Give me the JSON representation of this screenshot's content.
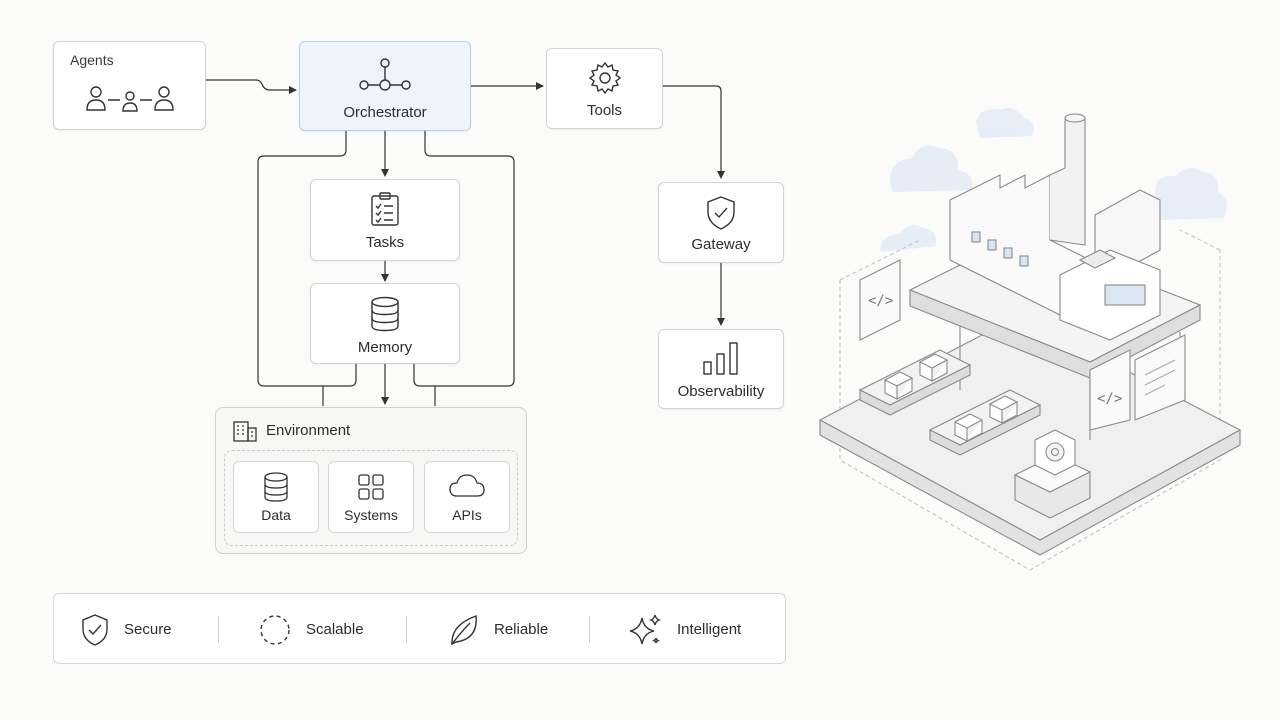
{
  "nodes": {
    "agents": {
      "label": "Agents",
      "icon": "people-icon"
    },
    "orchestrator": {
      "label": "Orchestrator",
      "icon": "network-hub-icon"
    },
    "tools": {
      "label": "Tools",
      "icon": "gear-icon"
    },
    "tasks": {
      "label": "Tasks",
      "icon": "checklist-icon"
    },
    "memory": {
      "label": "Memory",
      "icon": "database-icon"
    },
    "gateway": {
      "label": "Gateway",
      "icon": "shield-check-icon"
    },
    "observability": {
      "label": "Observability",
      "icon": "bar-chart-icon"
    }
  },
  "environment": {
    "title": "Environment",
    "icon": "building-icon",
    "items": [
      {
        "label": "Data",
        "icon": "database-icon"
      },
      {
        "label": "Systems",
        "icon": "grid-icon"
      },
      {
        "label": "APIs",
        "icon": "cloud-icon"
      }
    ]
  },
  "values": [
    {
      "label": "Secure",
      "icon": "shield-check-icon"
    },
    {
      "label": "Scalable",
      "icon": "dashed-circle-icon"
    },
    {
      "label": "Reliable",
      "icon": "leaf-icon"
    },
    {
      "label": "Intelligent",
      "icon": "sparkle-icon"
    }
  ],
  "illustration": {
    "subject": "isometric-factory-illustration"
  },
  "colors": {
    "accent_bg": "#eef4fc",
    "accent_border": "#b9cde6",
    "line": "#333333"
  }
}
